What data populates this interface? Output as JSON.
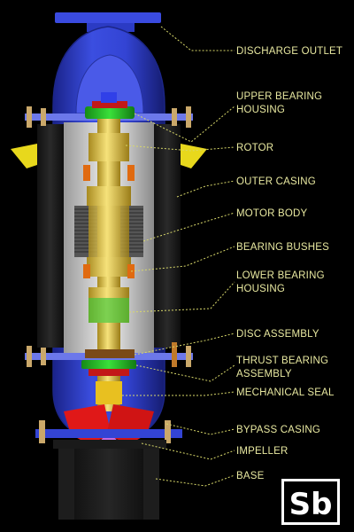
{
  "labels": {
    "discharge_outlet": "DISCHARGE OUTLET",
    "upper_bearing_housing_1": "UPPER BEARING",
    "upper_bearing_housing_2": "HOUSING",
    "rotor": "ROTOR",
    "outer_casing": "OUTER CASING",
    "motor_body": "MOTOR BODY",
    "bearing_bushes": "BEARING BUSHES",
    "lower_bearing_housing_1": "LOWER BEARING",
    "lower_bearing_housing_2": "HOUSING",
    "disc_assembly": "DISC ASSEMBLY",
    "thrust_bearing_assembly_1": "THRUST BEARING",
    "thrust_bearing_assembly_2": "ASSEMBLY",
    "mechanical_seal": "MECHANICAL SEAL",
    "bypass_casing": "BYPASS CASING",
    "impeller": "IMPELLER",
    "base": "BASE"
  },
  "logo": {
    "text": "Sb"
  },
  "colors": {
    "background": "#000000",
    "label_text": "#e8e8a0",
    "leader_line": "#d8d86a",
    "outer_shell": "#2f3fd0",
    "shaft": "#e8cc55",
    "bearing_housing": "#2ec82e",
    "impeller": "#e01818",
    "motor_body": "#d8d8d8"
  }
}
